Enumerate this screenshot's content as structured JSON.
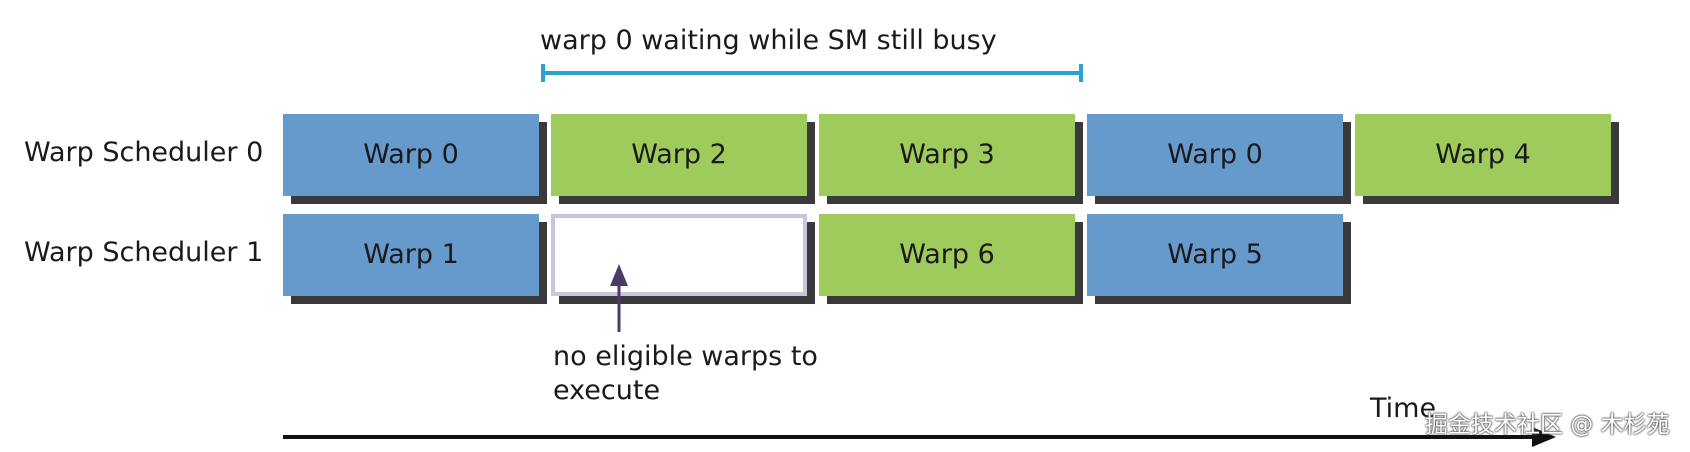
{
  "bracket": {
    "label": "warp 0 waiting while SM still busy",
    "color": "#2aa3d3"
  },
  "rows": [
    {
      "label": "Warp Scheduler 0",
      "blocks": [
        {
          "label": "Warp 0",
          "kind": "blue"
        },
        {
          "label": "Warp 2",
          "kind": "green"
        },
        {
          "label": "Warp 3",
          "kind": "green"
        },
        {
          "label": "Warp 0",
          "kind": "blue"
        },
        {
          "label": "Warp 4",
          "kind": "green"
        }
      ]
    },
    {
      "label": "Warp Scheduler 1",
      "blocks": [
        {
          "label": "Warp 1",
          "kind": "blue"
        },
        {
          "label": "",
          "kind": "idle"
        },
        {
          "label": "Warp 6",
          "kind": "green"
        },
        {
          "label": "Warp 5",
          "kind": "blue"
        }
      ]
    }
  ],
  "note": {
    "lines": [
      "no eligible warps to",
      "execute"
    ],
    "arrow_color": "#4a3b6b"
  },
  "time_axis": {
    "label": "Time"
  },
  "watermark": "掘金技术社区 @ 木杉苑",
  "colors": {
    "blue": "#6699cc",
    "green": "#9fcb5d",
    "idle_border": "#c9c5df",
    "shadow": "#3a3a3a"
  }
}
